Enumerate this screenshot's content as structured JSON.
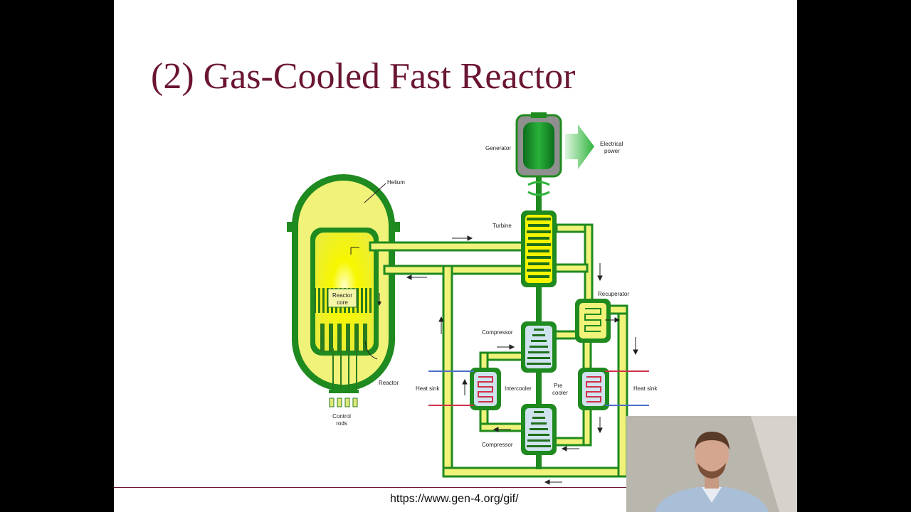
{
  "slide": {
    "title": "(2) Gas-Cooled Fast Reactor",
    "source_url": "https://www.gen-4.org/gif/"
  },
  "diagram": {
    "labels": {
      "helium": "Helium",
      "reactor_core_line1": "Reactor",
      "reactor_core_line2": "core",
      "reactor": "Reactor",
      "control_rods_line1": "Control",
      "control_rods_line2": "rods",
      "generator": "Generator",
      "electrical_power_line1": "Electrical",
      "electrical_power_line2": "power",
      "turbine": "Turbine",
      "recuperator": "Recuperator",
      "compressor_top": "Compressor",
      "compressor_bottom": "Compressor",
      "heat_sink_left": "Heat sink",
      "heat_sink_right": "Heat sink",
      "intercooler": "Intercooler",
      "precooler_line1": "Pre",
      "precooler_line2": "cooler"
    },
    "colors": {
      "outline_green": "#1f8a1f",
      "pipe_fill": "#f0f27a",
      "core_yellow": "#f5f500",
      "hx_fill": "#cfe3ee",
      "hot_line": "#d0304a",
      "cold_line": "#4a6fc8",
      "title_color": "#6b1535"
    }
  },
  "webcam": {
    "label": "presenter-video"
  }
}
